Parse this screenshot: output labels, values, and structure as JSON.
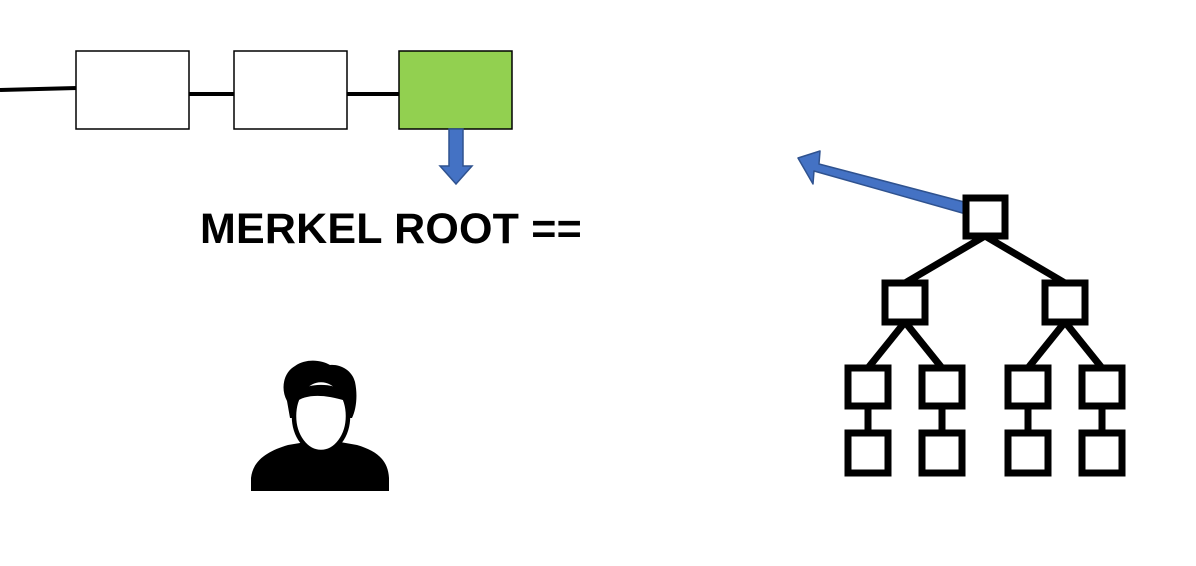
{
  "diagram": {
    "label": "MERKEL ROOT ==",
    "colors": {
      "highlight_block": "#92d050",
      "arrow": "#4472c4",
      "arrow_stroke": "#2f528f",
      "line": "#000000"
    },
    "chain": {
      "block_count": 3,
      "highlighted_index": 2
    },
    "icons": [
      "user-icon",
      "merkle-tree-icon"
    ]
  }
}
